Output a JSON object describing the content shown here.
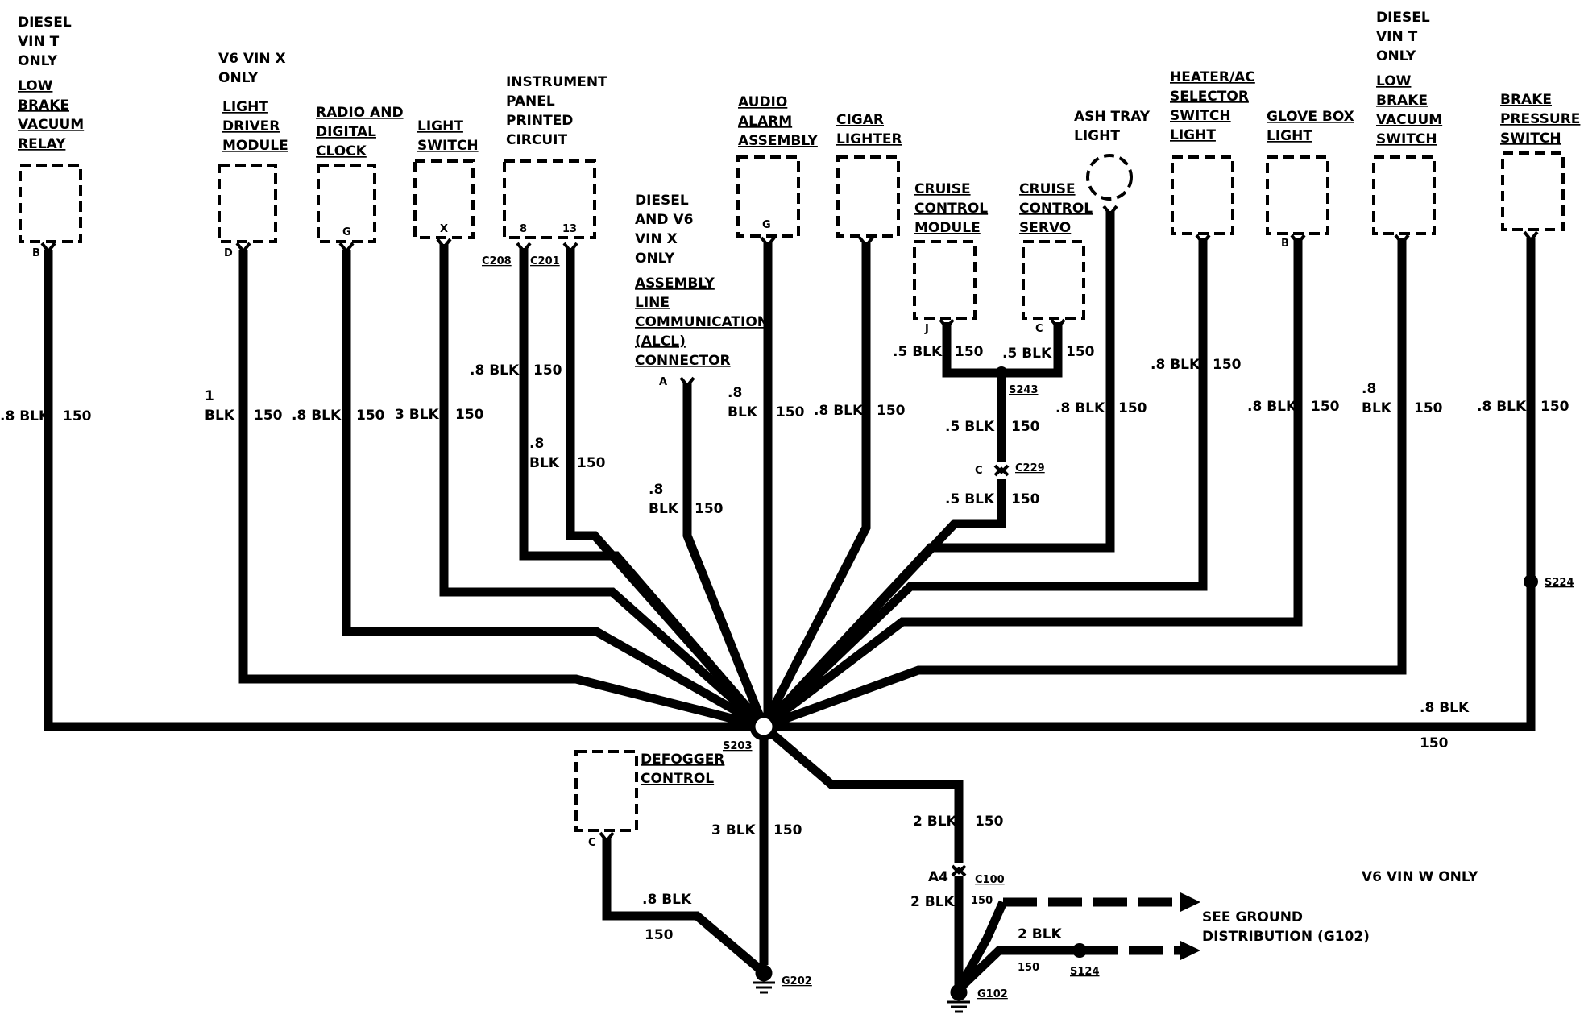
{
  "components": {
    "low_brake_vacuum_relay": {
      "note": [
        "DIESEL",
        "VIN T",
        "ONLY"
      ],
      "name": [
        "LOW",
        "BRAKE",
        "VACUUM",
        "RELAY"
      ],
      "pin": "B",
      "wire": ".8 BLK",
      "circuit": "150"
    },
    "light_driver_module": {
      "note": [
        "V6 VIN X",
        "ONLY"
      ],
      "name": [
        "LIGHT",
        "DRIVER",
        "MODULE"
      ],
      "pin": "D",
      "wire": [
        "1",
        "BLK"
      ],
      "circuit": "150"
    },
    "radio_digital_clock": {
      "name": [
        "RADIO AND",
        "DIGITAL",
        "CLOCK"
      ],
      "pin": "G",
      "wire": ".8 BLK",
      "circuit": "150"
    },
    "light_switch": {
      "name": [
        "LIGHT",
        "SWITCH"
      ],
      "pin": "X",
      "wire": "3 BLK",
      "circuit": "150"
    },
    "instrument_panel": {
      "name": [
        "INSTRUMENT",
        "PANEL",
        "PRINTED",
        "CIRCUIT"
      ],
      "pin_a": "8",
      "pin_b": "13",
      "conn_a": "C208",
      "conn_b": "C201",
      "wire_a": ".8 BLK",
      "wire_b": [
        ".8",
        "BLK"
      ],
      "circuit": "150"
    },
    "alcl": {
      "note": [
        "DIESEL",
        "AND V6",
        "VIN X",
        "ONLY"
      ],
      "name": [
        "ASSEMBLY",
        "LINE",
        "COMMUNICATION",
        "(ALCL)",
        "CONNECTOR"
      ],
      "pin": "A",
      "wire": [
        ".8",
        "BLK"
      ],
      "circuit": "150"
    },
    "audio_alarm": {
      "name": [
        "AUDIO",
        "ALARM",
        "ASSEMBLY"
      ],
      "pin": "G",
      "wire": [
        ".8",
        "BLK"
      ],
      "circuit": "150"
    },
    "cigar_lighter": {
      "name": [
        "CIGAR",
        "LIGHTER"
      ],
      "wire": ".8 BLK",
      "circuit": "150"
    },
    "cruise_module": {
      "name": [
        "CRUISE",
        "CONTROL",
        "MODULE"
      ],
      "pin": "J",
      "wire": ".5 BLK",
      "circuit": "150"
    },
    "cruise_servo": {
      "name": [
        "CRUISE",
        "CONTROL",
        "SERVO"
      ],
      "pin": "C",
      "wire": ".5 BLK",
      "circuit": "150"
    },
    "cruise_common": {
      "splice": "S243",
      "wire_a": ".5 BLK",
      "circuit": "150",
      "conn_pin": "C",
      "conn": "C229",
      "wire_b": ".5 BLK"
    },
    "ash_tray_light": {
      "name": [
        "ASH TRAY",
        "LIGHT"
      ],
      "wire": ".8 BLK",
      "circuit": "150"
    },
    "heater_selector": {
      "name": [
        "HEATER/AC",
        "SELECTOR",
        "SWITCH",
        "LIGHT"
      ],
      "wire": ".8 BLK",
      "circuit": "150"
    },
    "glove_box_light": {
      "name": [
        "GLOVE BOX",
        "LIGHT"
      ],
      "pin": "B",
      "wire": ".8 BLK",
      "circuit": "150"
    },
    "low_brake_vacuum_switch": {
      "note": [
        "DIESEL",
        "VIN T",
        "ONLY"
      ],
      "name": [
        "LOW",
        "BRAKE",
        "VACUUM",
        "SWITCH"
      ],
      "wire": [
        ".8",
        "BLK"
      ],
      "circuit": "150"
    },
    "brake_pressure_switch": {
      "name": [
        "BRAKE",
        "PRESSURE",
        "SWITCH"
      ],
      "wire": ".8 BLK",
      "circuit": "150",
      "splice": "S224",
      "wire_b": ".8 BLK",
      "circuit_b": "150"
    }
  },
  "hub": {
    "splice": "S203"
  },
  "defogger": {
    "name": [
      "DEFOGGER",
      "CONTROL"
    ],
    "pin": "C",
    "wire": ".8 BLK",
    "circuit": "150"
  },
  "to_g202": {
    "wire": "3 BLK",
    "circuit": "150",
    "ground": "G202"
  },
  "to_g102": {
    "wire_a": "2 BLK",
    "circuit": "150",
    "conn_pin": "A4",
    "conn": "C100",
    "wire_b": "2 BLK",
    "circuit_b": "150",
    "wire_c": "2 BLK",
    "circuit_c": "150",
    "splice": "S124",
    "ground": "G102",
    "see": [
      "SEE GROUND",
      "DISTRIBUTION (G102)"
    ],
    "v6_note": "V6 VIN W ONLY"
  }
}
